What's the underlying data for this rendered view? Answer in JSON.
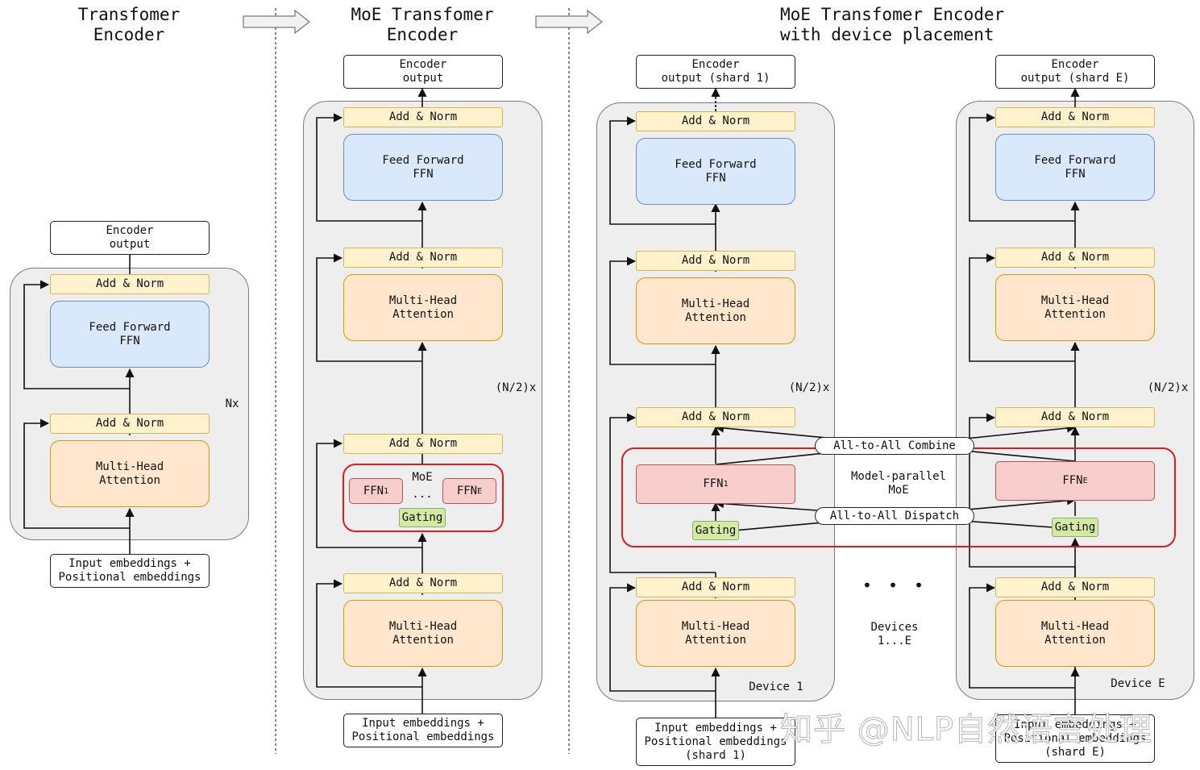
{
  "col1": {
    "title": "Transfomer\nEncoder",
    "output": "Encoder\noutput",
    "add_norm_top": "Add & Norm",
    "ffn": "Feed Forward\nFFN",
    "add_norm_bottom": "Add & Norm",
    "mha": "Multi-Head\nAttention",
    "repeat": "Nx",
    "input": "Input embeddings +\nPositional embeddings"
  },
  "col2": {
    "title": "MoE Transfomer\nEncoder",
    "output": "Encoder\noutput",
    "add_norm_1": "Add & Norm",
    "ffn": "Feed Forward\nFFN",
    "add_norm_2": "Add & Norm",
    "mha_1": "Multi-Head\nAttention",
    "repeat": "(N/2)x",
    "add_norm_3": "Add & Norm",
    "moe_label": "MoE",
    "ffn_1_base": "FFN",
    "ffn_1_sub": "1",
    "dots": "...",
    "ffn_e_base": "FFN",
    "ffn_e_sub": "E",
    "gating": "Gating",
    "add_norm_4": "Add & Norm",
    "mha_2": "Multi-Head\nAttention",
    "input": "Input embeddings +\nPositional embeddings"
  },
  "col3": {
    "title": "MoE Transfomer Encoder\nwith device placement",
    "combine": "All-to-All Combine",
    "dispatch": "All-to-All Dispatch",
    "model_parallel": "Model-parallel\nMoE",
    "ellipsis": "• • •",
    "devices": "Devices\n1...E",
    "device1": {
      "output": "Encoder\noutput (shard 1)",
      "add_norm_1": "Add & Norm",
      "ffn": "Feed Forward\nFFN",
      "add_norm_2": "Add & Norm",
      "mha_1": "Multi-Head\nAttention",
      "repeat": "(N/2)x",
      "add_norm_3": "Add & Norm",
      "ffn_moe_base": "FFN",
      "ffn_moe_sub": "1",
      "gating": "Gating",
      "add_norm_4": "Add & Norm",
      "mha_2": "Multi-Head\nAttention",
      "label": "Device 1",
      "input": "Input embeddings +\nPositional embeddings\n(shard 1)"
    },
    "deviceE": {
      "output": "Encoder\noutput (shard E)",
      "add_norm_1": "Add & Norm",
      "ffn": "Feed Forward\nFFN",
      "add_norm_2": "Add & Norm",
      "mha_1": "Multi-Head\nAttention",
      "repeat": "(N/2)x",
      "add_norm_3": "Add & Norm",
      "ffn_moe_base": "FFN",
      "ffn_moe_sub": "E",
      "gating": "Gating",
      "add_norm_4": "Add & Norm",
      "mha_2": "Multi-Head\nAttention",
      "label": "Device E",
      "input": "Input embeddings +\nPositional embeddings\n(shard E)"
    }
  },
  "watermark": "知乎 @NLP自然语言处理",
  "colors": {
    "add_norm": "#fff2cc",
    "feed_forward": "#dae8fc",
    "attention": "#ffe6cc",
    "ffn_expert": "#f8cecc",
    "gating": "#d5e8a4",
    "moe_border": "#e01b1b"
  }
}
